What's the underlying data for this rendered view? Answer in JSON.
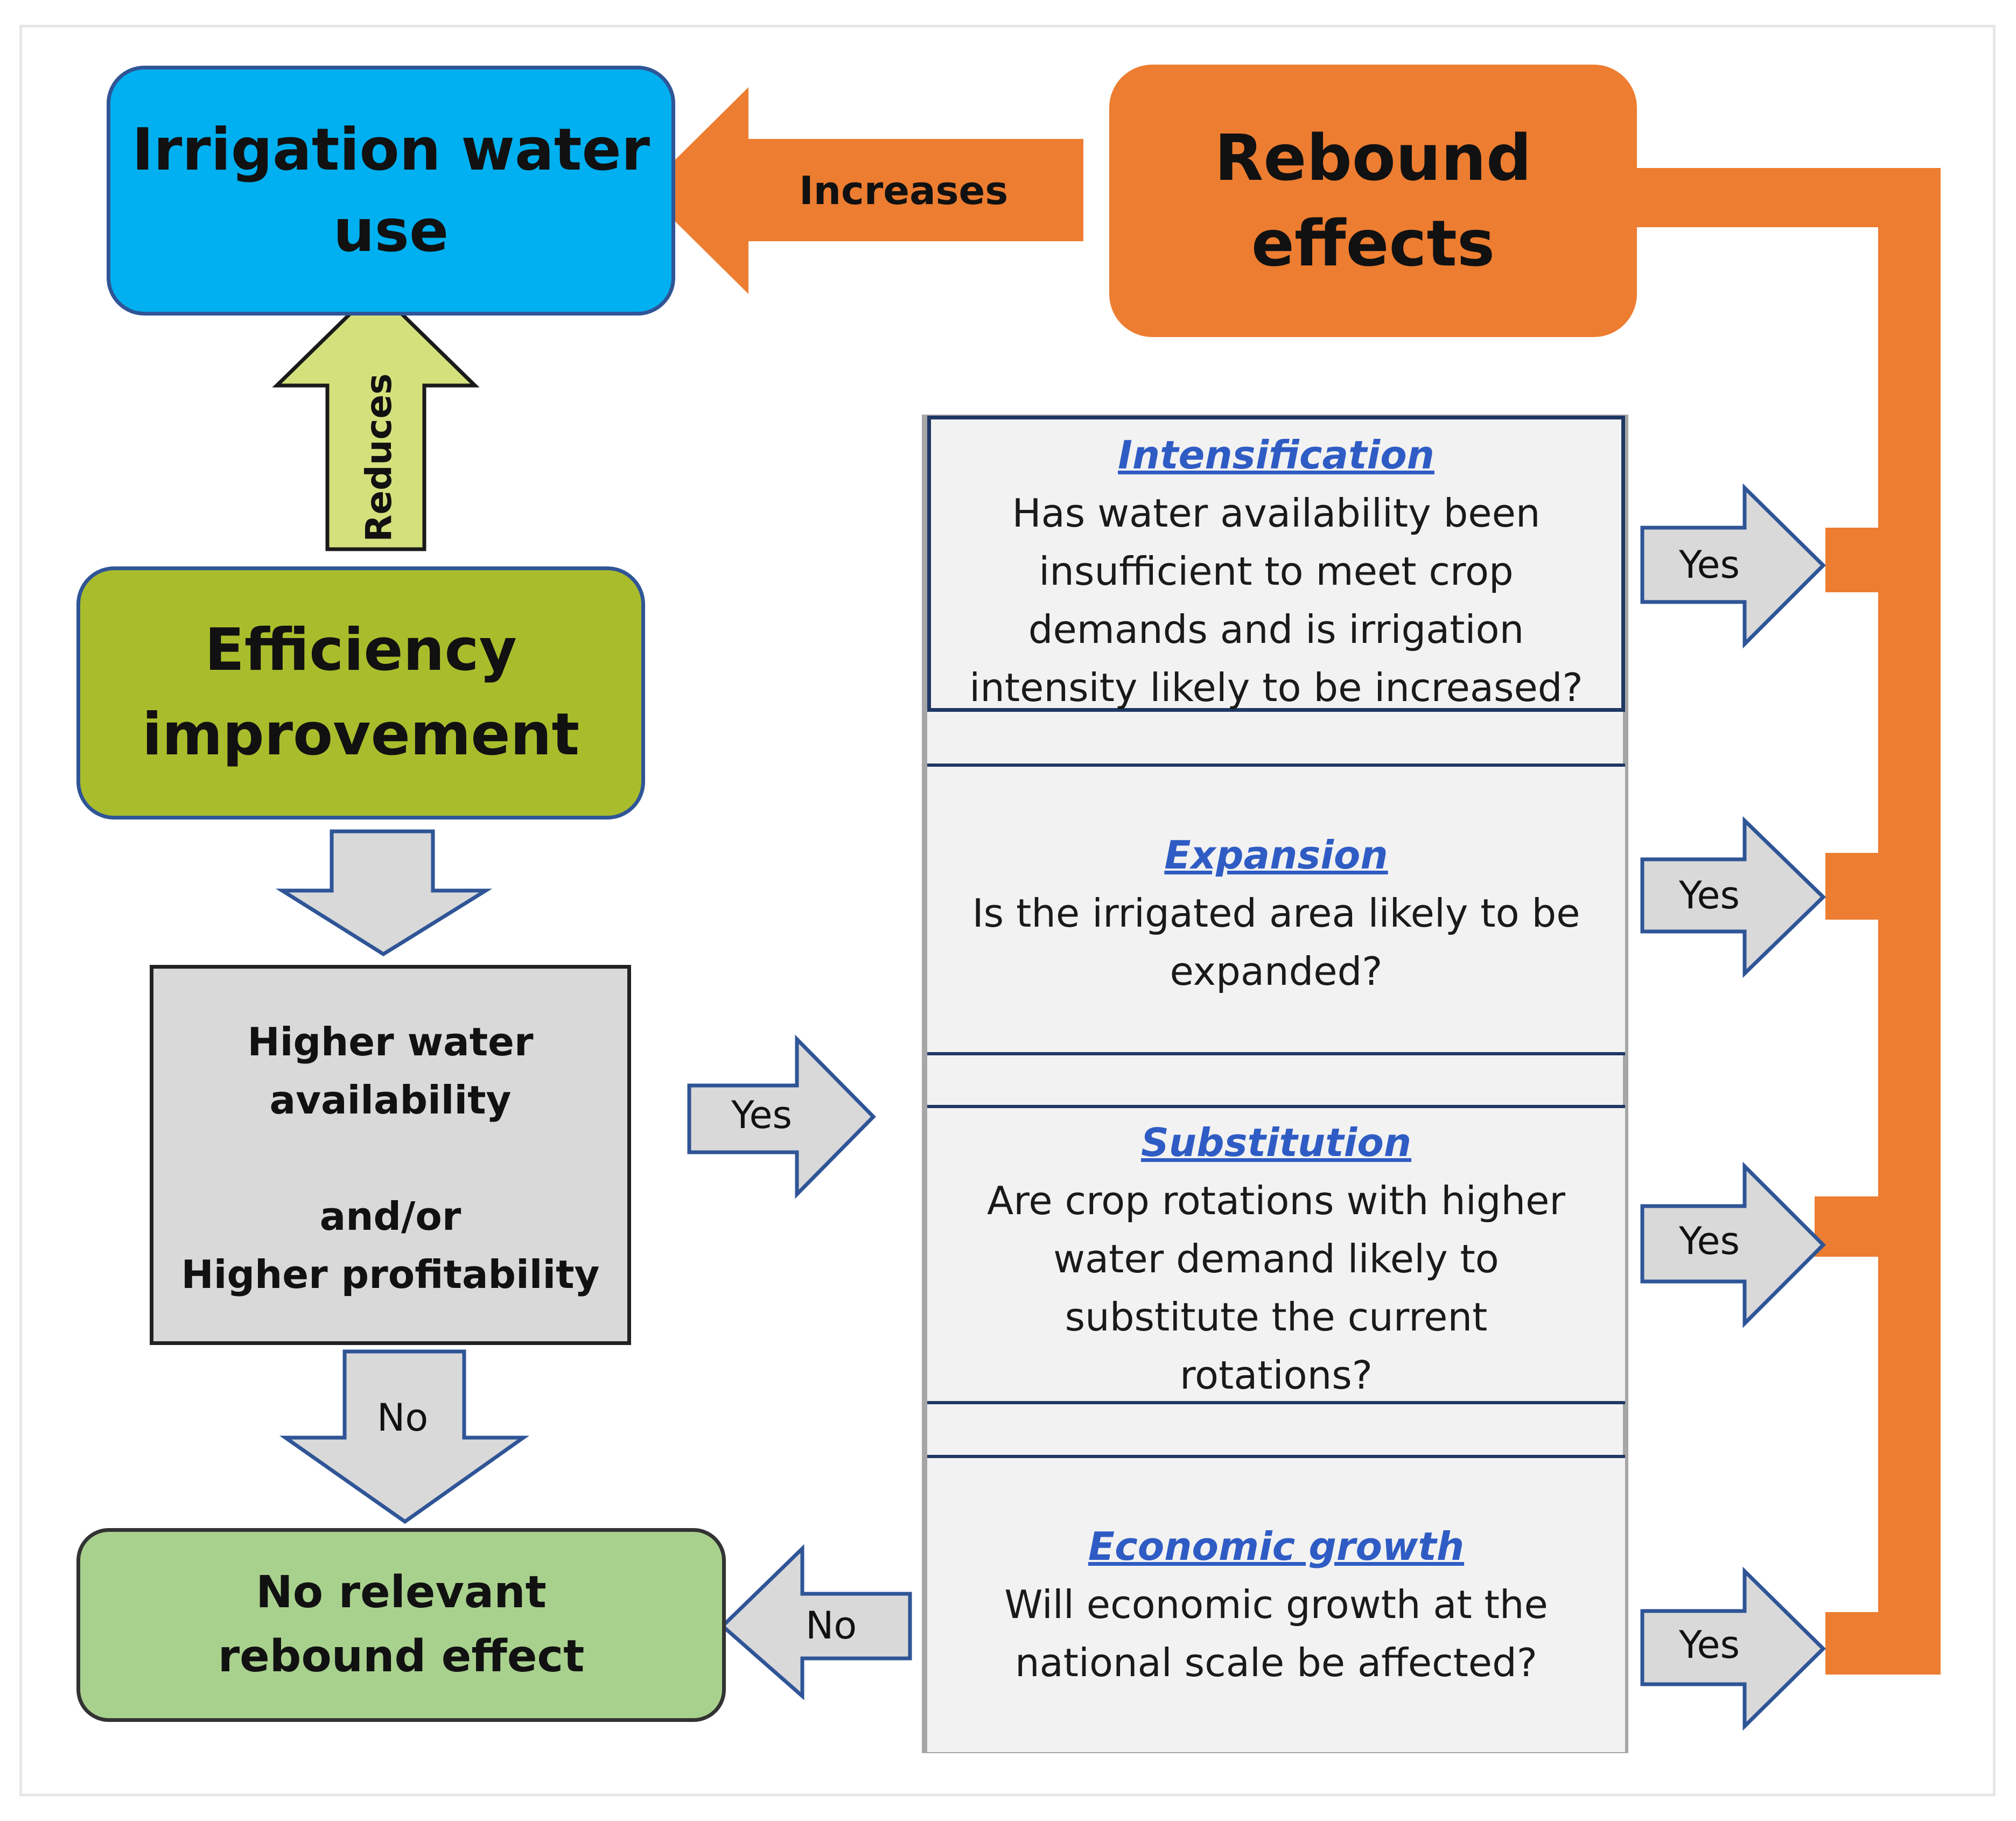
{
  "boxes": {
    "irrigation": [
      "Irrigation water",
      "use"
    ],
    "rebound": [
      "Rebound",
      "effects"
    ],
    "efficiency": [
      "Efficiency",
      "improvement"
    ],
    "higher": {
      "line1": "Higher water",
      "line2": "availability",
      "line3": "and/or",
      "line4": "Higher profitability"
    },
    "no_relevant": [
      "No relevant",
      "rebound effect"
    ]
  },
  "arrows": {
    "increases": "Increases",
    "reduces": "Reduces",
    "yes": "Yes",
    "no": "No"
  },
  "questions": [
    {
      "title": "Intensification",
      "lines": [
        "Has water availability been",
        "insufficient to meet crop",
        "demands and is irrigation",
        "intensity likely to be increased?"
      ]
    },
    {
      "title": "Expansion",
      "lines": [
        "Is the irrigated area likely to be",
        "expanded?"
      ]
    },
    {
      "title": "Substitution",
      "lines": [
        "Are crop rotations with higher",
        "water demand likely to",
        "substitute the current",
        "rotations?"
      ]
    },
    {
      "title": "Economic growth",
      "lines": [
        "Will economic growth at the",
        "national scale be affected?"
      ]
    }
  ],
  "colors": {
    "irrigation_fill": "#00b0f0",
    "rebound_orange": "#ed7d31",
    "efficiency_fill": "#a9bd2c",
    "reduces_arrow_fill": "#d4e07c",
    "gray_arrow_fill": "#d9d9d9",
    "no_relevant_fill": "#a9d18e",
    "title_blue": "#2f5cc4",
    "outline_navy": "#1f3864"
  }
}
